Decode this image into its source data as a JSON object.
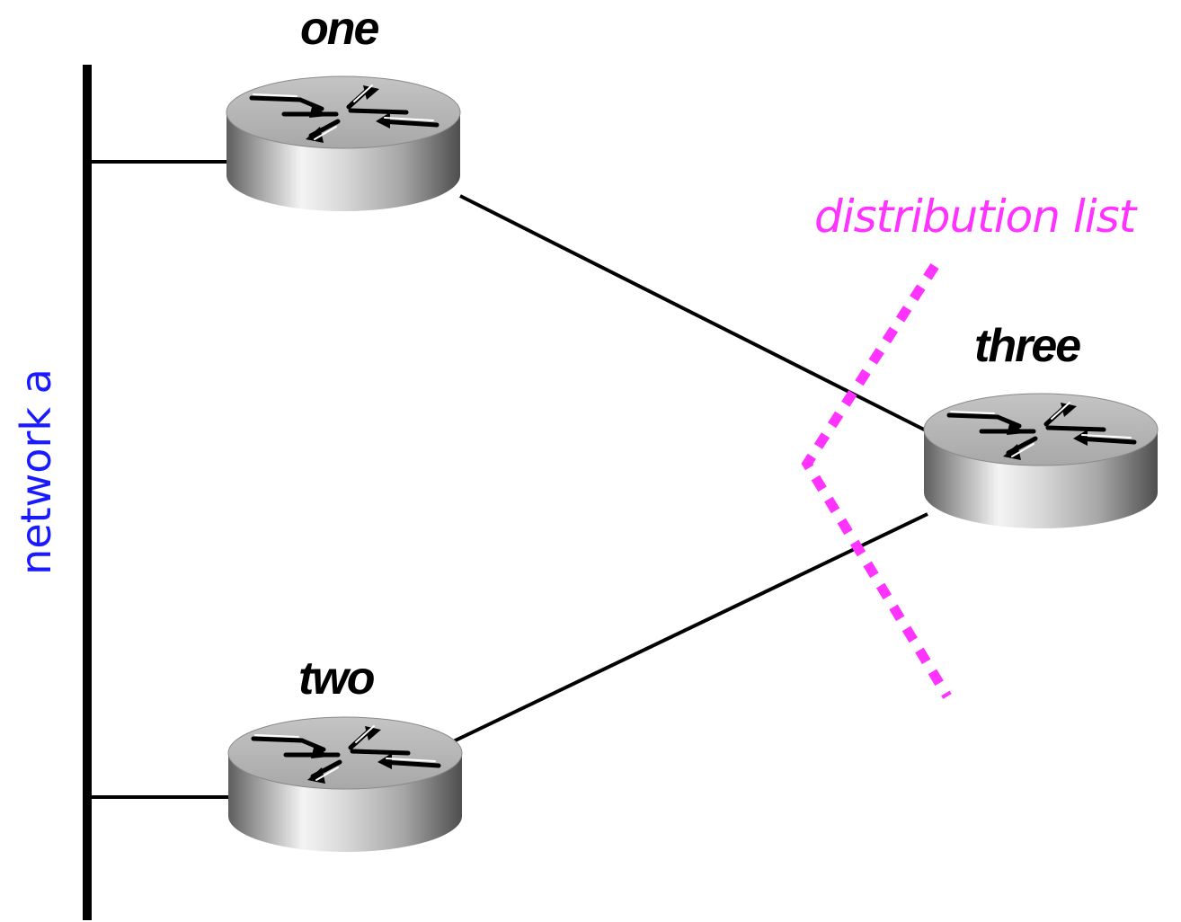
{
  "network": {
    "label": "network a"
  },
  "routers": [
    {
      "id": "one",
      "label": "one"
    },
    {
      "id": "two",
      "label": "two"
    },
    {
      "id": "three",
      "label": "three"
    }
  ],
  "links": [
    {
      "from": "network a",
      "to": "one"
    },
    {
      "from": "network a",
      "to": "two"
    },
    {
      "from": "one",
      "to": "three"
    },
    {
      "from": "two",
      "to": "three"
    }
  ],
  "filter": {
    "label": "distribution list",
    "applied_on": "three"
  },
  "colors": {
    "network_label": "#1a1aff",
    "filter": "#ff33ff",
    "links": "#000000",
    "router_body": "#b4b4b4"
  },
  "icons": {
    "router": "router-icon"
  }
}
